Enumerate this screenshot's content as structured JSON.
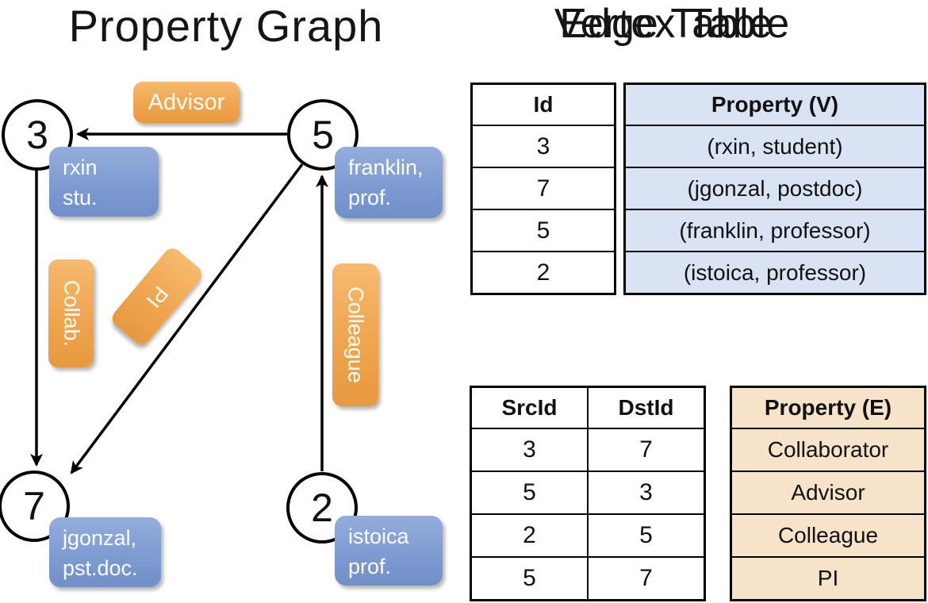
{
  "graph": {
    "title": "Property Graph",
    "nodes": [
      {
        "id": "3",
        "prop_line1": "rxin",
        "prop_line2": "stu."
      },
      {
        "id": "5",
        "prop_line1": "franklin,",
        "prop_line2": "prof."
      },
      {
        "id": "7",
        "prop_line1": "jgonzal,",
        "prop_line2": "pst.doc."
      },
      {
        "id": "2",
        "prop_line1": "istoica",
        "prop_line2": "prof."
      }
    ],
    "edge_labels": {
      "advisor": "Advisor",
      "collab": "Collab.",
      "pi": "PI",
      "colleague": "Colleague"
    }
  },
  "vertex_table": {
    "title": "Vertex Table",
    "headers": {
      "id": "Id",
      "property": "Property (V)"
    },
    "rows": [
      {
        "id": "3",
        "property": "(rxin, student)"
      },
      {
        "id": "7",
        "property": "(jgonzal, postdoc)"
      },
      {
        "id": "5",
        "property": "(franklin, professor)"
      },
      {
        "id": "2",
        "property": "(istoica, professor)"
      }
    ]
  },
  "edge_table": {
    "title": "Edge Table",
    "headers": {
      "src": "SrcId",
      "dst": "DstId",
      "property": "Property (E)"
    },
    "rows": [
      {
        "src": "3",
        "dst": "7",
        "property": "Collaborator"
      },
      {
        "src": "5",
        "dst": "3",
        "property": "Advisor"
      },
      {
        "src": "2",
        "dst": "5",
        "property": "Colleague"
      },
      {
        "src": "5",
        "dst": "7",
        "property": "PI"
      }
    ]
  },
  "colors": {
    "edge_label_fill_top": "#f6ba6f",
    "edge_label_fill_bottom": "#e8993f",
    "vertex_label_fill_top": "#94addc",
    "vertex_label_fill_bottom": "#7190c8",
    "vertex_property_cell": "#dae3f4",
    "edge_property_cell": "#f7e2ca",
    "line_color": "#000000"
  }
}
